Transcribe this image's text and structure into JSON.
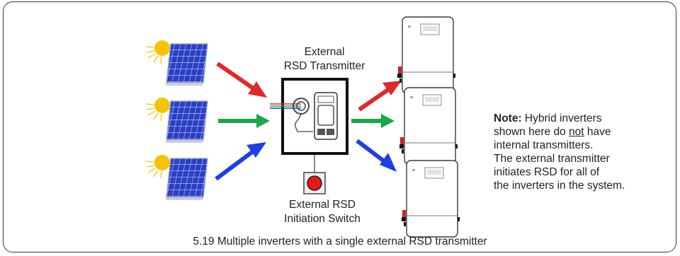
{
  "transmitter": {
    "line1": "External",
    "line2": "RSD Transmitter"
  },
  "switch": {
    "line1": "External RSD",
    "line2": "Initiation Switch"
  },
  "note": {
    "prefix": "Note:",
    "t1": " Hybrid inverters",
    "t2": "shown here do ",
    "emph": "not",
    "t3": " have",
    "t4": "internal transmitters.",
    "t5": "The external transmitter",
    "t6": "initiates RSD for all of",
    "t7": "the inverters in the system."
  },
  "caption": "5.19 Multiple inverters with a single external RSD transmitter",
  "colors": {
    "red": "#e02a2a",
    "green": "#1aa84a",
    "blue": "#1f3fe0",
    "panel": "#2a3fc4",
    "sun": "#f5c400",
    "button": "#e81818"
  }
}
